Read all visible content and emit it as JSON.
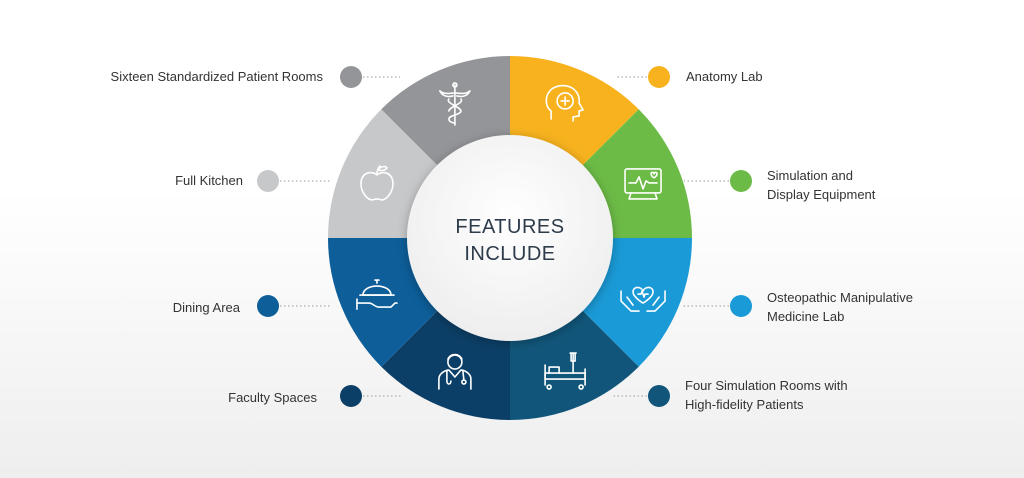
{
  "center": {
    "line1": "FEATURES",
    "line2": "INCLUDE"
  },
  "features": [
    {
      "label": "Anatomy Lab",
      "color": "#f7b21e",
      "icon": "brain-medical-icon",
      "side": "right"
    },
    {
      "label": "Simulation and Display Equipment",
      "line1": "Simulation and",
      "line2": "Display Equipment",
      "color": "#6cbb46",
      "icon": "heart-monitor-icon",
      "side": "right"
    },
    {
      "label": "Osteopathic Manipulative Medicine Lab",
      "line1": "Osteopathic Manipulative",
      "line2": "Medicine Lab",
      "color": "#1a9ad6",
      "icon": "hands-heart-icon",
      "side": "right"
    },
    {
      "label": "Four Simulation Rooms with High-fidelity Patients",
      "line1": "Four Simulation Rooms with",
      "line2": "High-fidelity Patients",
      "color": "#11567a",
      "icon": "hospital-bed-icon",
      "side": "right"
    },
    {
      "label": "Faculty Spaces",
      "color": "#0c3f67",
      "icon": "doctor-icon",
      "side": "left"
    },
    {
      "label": "Dining Area",
      "color": "#0d5e99",
      "icon": "serving-platter-icon",
      "side": "left"
    },
    {
      "label": "Full Kitchen",
      "color": "#c7c8ca",
      "icon": "apple-icon",
      "side": "left"
    },
    {
      "label": "Sixteen Standardized Patient Rooms",
      "color": "#939598",
      "icon": "caduceus-icon",
      "side": "left"
    }
  ]
}
